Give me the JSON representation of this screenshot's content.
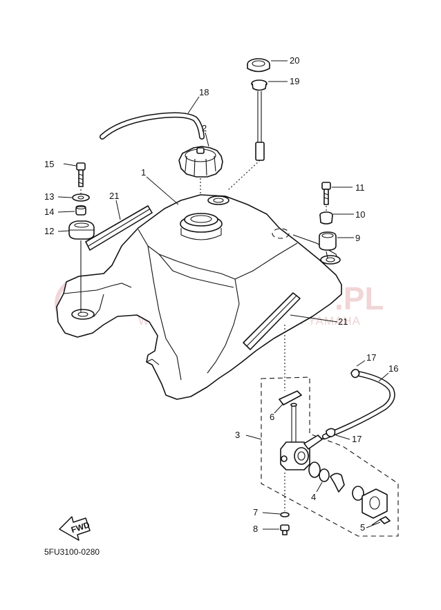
{
  "watermark": {
    "brand": "YAMA-SKLEP.PL",
    "tagline": "WÓJCIECHOWICZ DEALER YAMAHA"
  },
  "diagram_code": "5FU3100-0280",
  "fwd_label": "FWD",
  "callouts": {
    "c1": "1",
    "c2": "2",
    "c3": "3",
    "c4": "4",
    "c5": "5",
    "c6": "6",
    "c7": "7",
    "c8": "8",
    "c9": "9",
    "c10": "10",
    "c11": "11",
    "c12": "12",
    "c13": "13",
    "c14": "14",
    "c15": "15",
    "c16": "16",
    "c17a": "17",
    "c17b": "17",
    "c18": "18",
    "c19": "19",
    "c20": "20",
    "c21a": "21",
    "c21b": "21"
  }
}
